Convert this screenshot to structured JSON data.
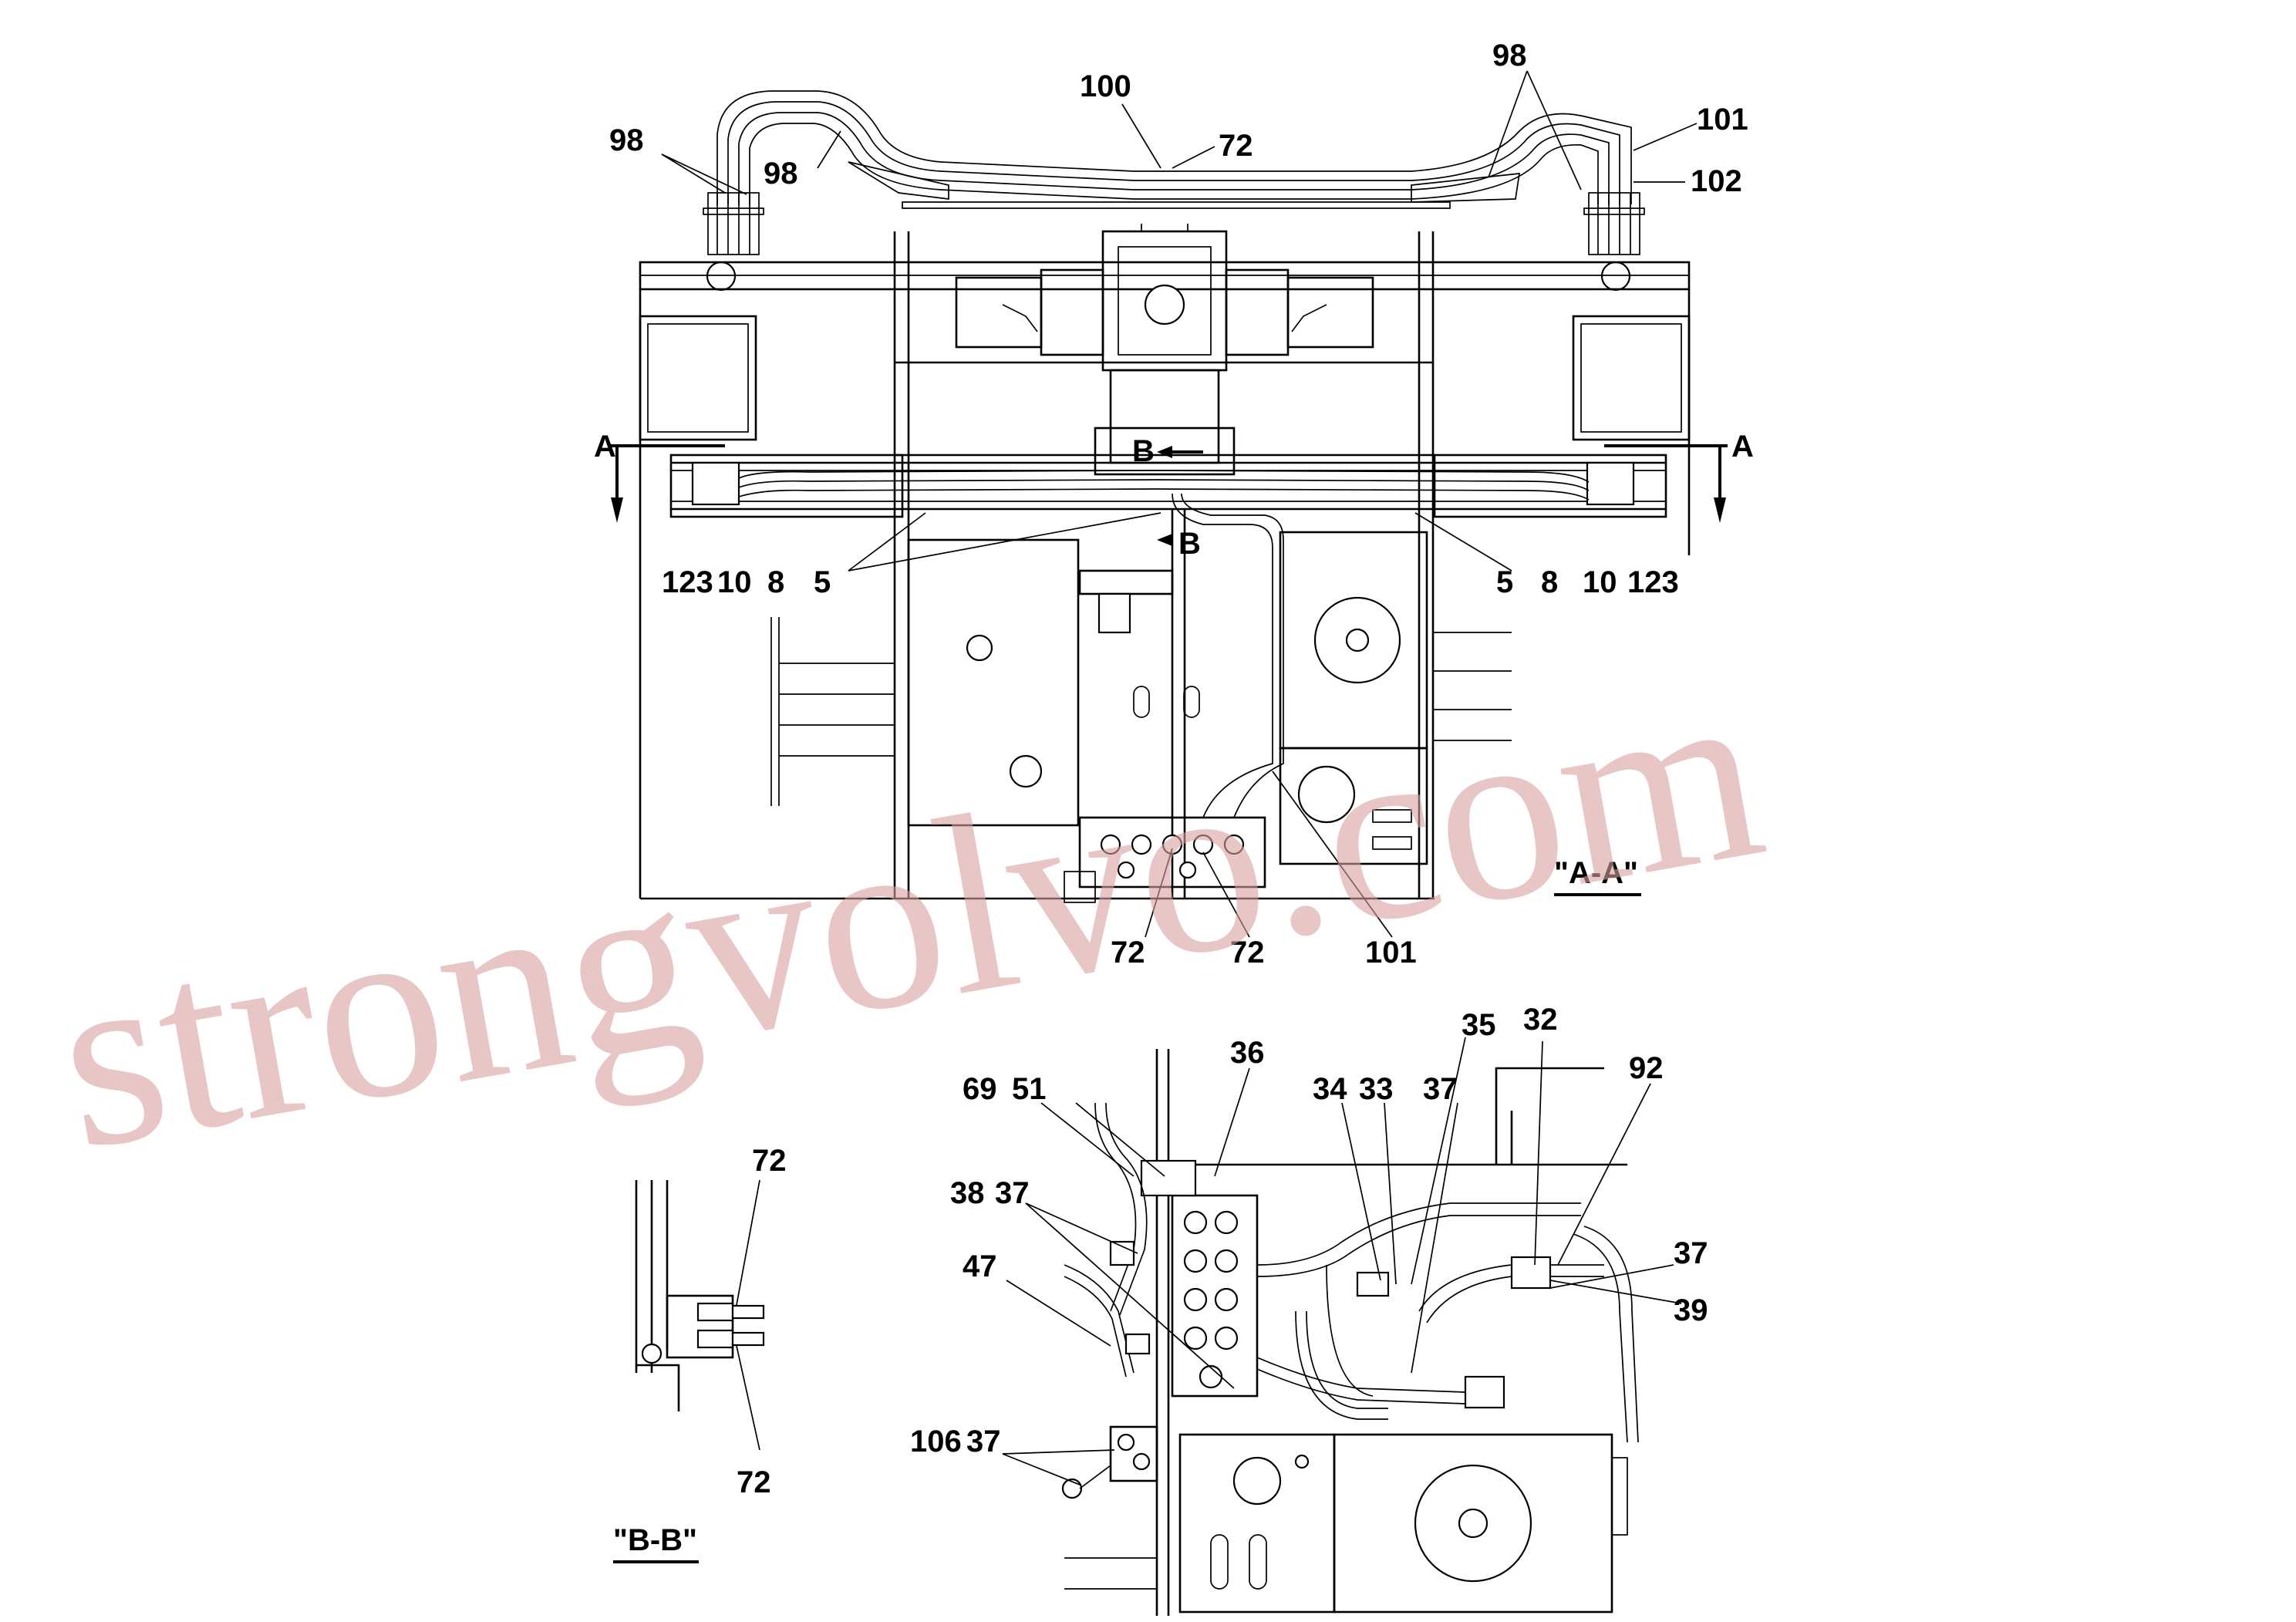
{
  "watermark": "strongvolvo.com",
  "views": {
    "aa": "\"A-A\"",
    "bb": "\"B-B\""
  },
  "section_markers": {
    "a": "A",
    "b": "B"
  },
  "callouts": {
    "c98_left": "98",
    "c98_left_inner": "98",
    "c100": "100",
    "c72_top": "72",
    "c98_right": "98",
    "c101_top": "101",
    "c102": "102",
    "c123_left": "123",
    "c10_left": "10",
    "c8_left": "8",
    "c5_left": "5",
    "c5_right": "5",
    "c8_right": "8",
    "c10_right": "10",
    "c123_right": "123",
    "c72_valve_a": "72",
    "c72_valve_b": "72",
    "c101_bottom": "101",
    "c72_bb_top": "72",
    "c72_bb_bottom": "72",
    "c69": "69",
    "c51": "51",
    "c36": "36",
    "c34": "34",
    "c33": "33",
    "c37_top": "37",
    "c35": "35",
    "c32": "32",
    "c92": "92",
    "c38": "38",
    "c37_left": "37",
    "c47": "47",
    "c37_right": "37",
    "c39": "39",
    "c106": "106",
    "c37_bottom": "37"
  }
}
